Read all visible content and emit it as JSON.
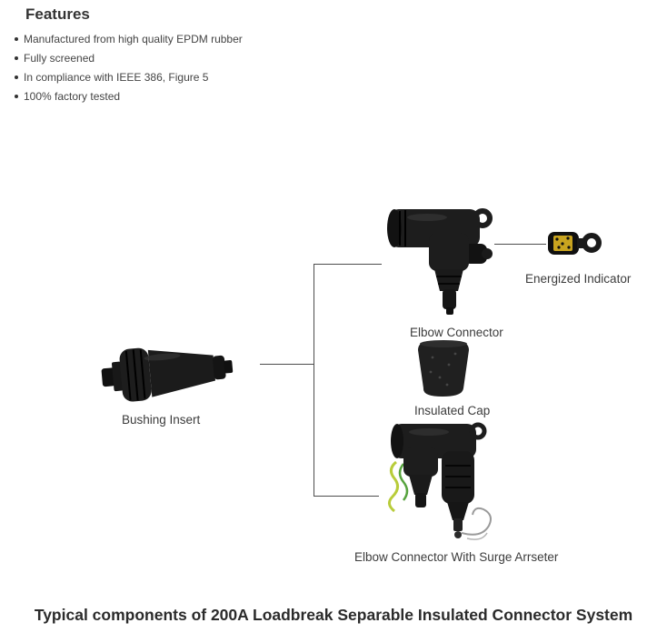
{
  "features": {
    "title": "Features",
    "items": [
      "Manufactured from high quality EPDM rubber",
      "Fully screened",
      "In compliance with IEEE 386, Figure 5",
      "100% factory tested"
    ]
  },
  "diagram": {
    "labels": {
      "energized_indicator": "Energized Indicator",
      "elbow_connector": "Elbow Connector",
      "insulated_cap": "Insulated Cap",
      "bushing_insert": "Bushing Insert",
      "elbow_with_arrester": "Elbow Connector With Surge Arrseter"
    }
  },
  "caption": {
    "text": "Typical components of 200A Loadbreak Separable Insulated Connector System"
  },
  "colors": {
    "body_dark": "#1d1d1d",
    "body_darker": "#121212",
    "highlight": "#3d3d3d",
    "indicator_band": "#c9a41f",
    "wire_yellow": "#b8cc3a",
    "wire_green": "#57a33e",
    "line": "#4d4d4d"
  }
}
